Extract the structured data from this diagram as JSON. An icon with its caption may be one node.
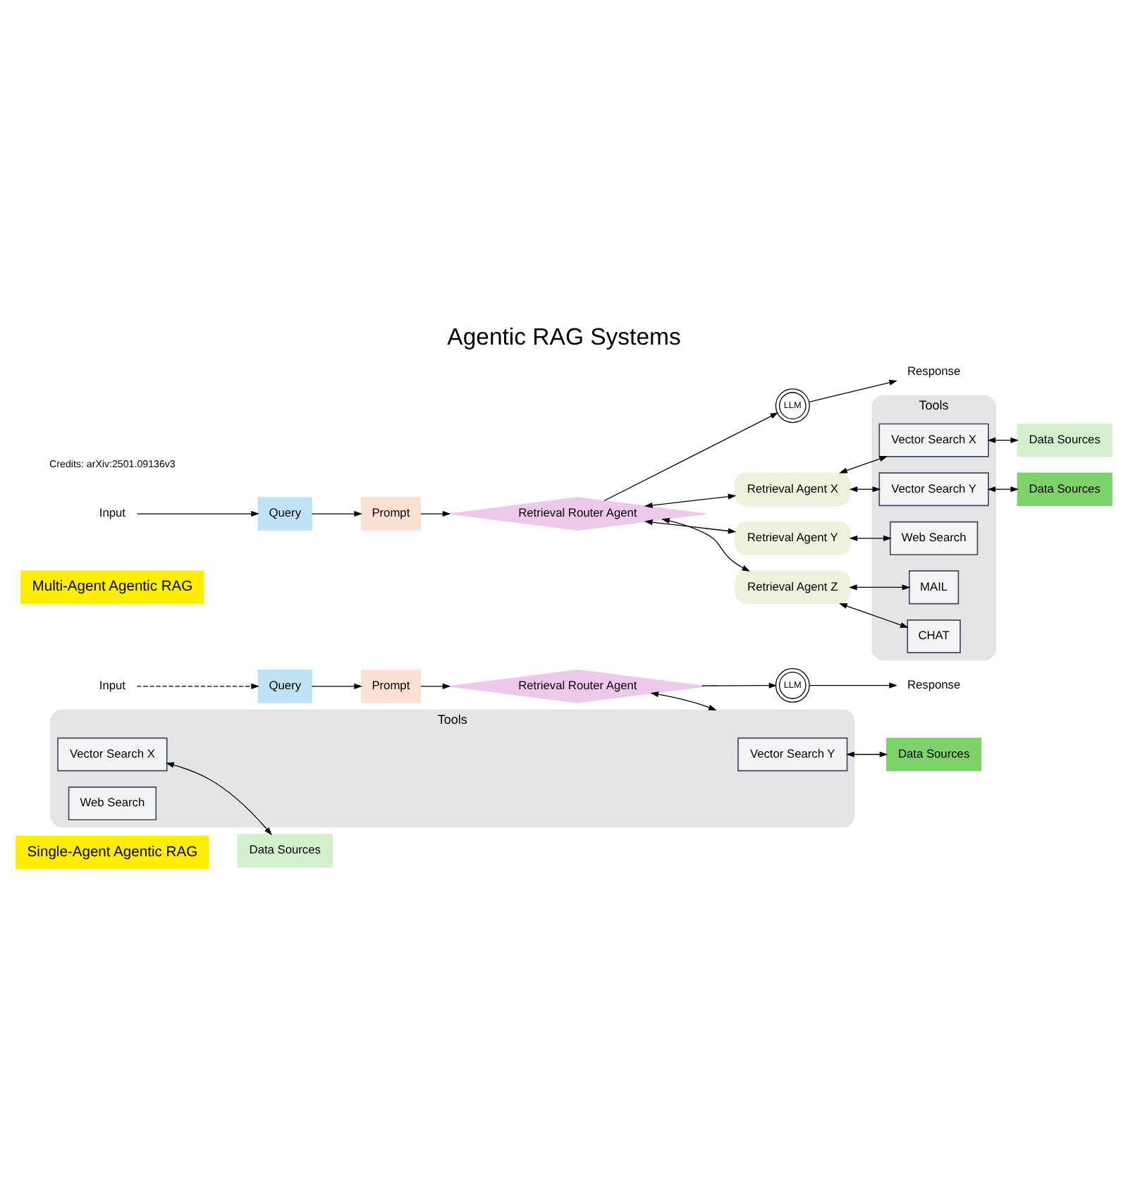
{
  "diagram": {
    "title": "Agentic RAG Systems",
    "caption": "Credits: arXiv:2501.09136v3",
    "nodes": [
      {
        "text": [
          "Single-Agent Agentic RAG"
        ]
      },
      {
        "text": [
          "Input"
        ]
      },
      {
        "text": [
          "Query"
        ]
      },
      {
        "text": [
          "Prompt"
        ]
      },
      {
        "text": [
          "Retrieval Router Agent"
        ]
      },
      {
        "text": [
          "LLM"
        ]
      },
      {
        "text": [
          "Response"
        ]
      },
      {
        "text": [
          "Tools"
        ]
      },
      {
        "text": [
          "Vector Search X"
        ],
        "in": 7
      },
      {
        "text": [
          "Vector Search Y"
        ],
        "in": 7
      },
      {
        "text": [
          "Web Search"
        ],
        "in": 7
      },
      {
        "text": [
          "Data Sources"
        ]
      },
      {
        "text": [
          "Data Sources"
        ]
      },
      {
        "text": [
          "Multi-Agent Agentic RAG"
        ]
      },
      {
        "text": [
          "Input"
        ]
      },
      {
        "text": [
          "Query"
        ]
      },
      {
        "text": [
          "Prompt"
        ]
      },
      {
        "text": [
          "Retrieval Router Agent"
        ]
      },
      {
        "text": [
          "LLM"
        ]
      },
      {
        "text": [
          "Response"
        ]
      },
      {
        "text": [
          "Retrieval Agent X"
        ]
      },
      {
        "text": [
          "Retrieval Agent Y"
        ]
      },
      {
        "text": [
          "Retrieval Agent Z"
        ]
      },
      {
        "text": [
          "Tools"
        ]
      },
      {
        "text": [
          "Vector Search X"
        ],
        "in": 23
      },
      {
        "text": [
          "Vector Search Y"
        ],
        "in": 23
      },
      {
        "text": [
          "Web Search"
        ],
        "in": 23
      },
      {
        "text": [
          "MAIL"
        ],
        "in": 23
      },
      {
        "text": [
          "CHAT"
        ],
        "in": 23
      },
      {
        "text": [
          "Data Sources"
        ]
      },
      {
        "text": [
          "Data Sources"
        ]
      }
    ],
    "edges": [
      {
        "from": 1,
        "to": 2,
        "arrow": "to",
        "style": "dashed"
      },
      {
        "from": 2,
        "to": 3,
        "arrow": "to"
      },
      {
        "from": 3,
        "to": 4,
        "arrow": "to"
      },
      {
        "from": 4,
        "to": 5,
        "arrow": "to"
      },
      {
        "from": 5,
        "to": 6,
        "arrow": "to"
      },
      {
        "from": 4,
        "to": 7,
        "arrow": "both"
      },
      {
        "from": 8,
        "to": 11,
        "arrow": "both"
      },
      {
        "from": 9,
        "to": 12,
        "arrow": "both"
      },
      {
        "from": 14,
        "to": 15,
        "arrow": "to"
      },
      {
        "from": 15,
        "to": 16,
        "arrow": "to"
      },
      {
        "from": 16,
        "to": 17,
        "arrow": "to"
      },
      {
        "from": 17,
        "to": 18,
        "arrow": "to"
      },
      {
        "from": 18,
        "to": 19,
        "arrow": "to"
      },
      {
        "from": 17,
        "to": 20,
        "arrow": "both"
      },
      {
        "from": 17,
        "to": 21,
        "arrow": "both"
      },
      {
        "from": 17,
        "to": 22,
        "arrow": "both"
      },
      {
        "from": 20,
        "to": 24,
        "arrow": "both"
      },
      {
        "from": 20,
        "to": 25,
        "arrow": "both"
      },
      {
        "from": 21,
        "to": 26,
        "arrow": "both"
      },
      {
        "from": 22,
        "to": 27,
        "arrow": "both"
      },
      {
        "from": 22,
        "to": 28,
        "arrow": "both"
      },
      {
        "from": 24,
        "to": 29,
        "arrow": "both"
      },
      {
        "from": 25,
        "to": 30,
        "arrow": "both"
      }
    ]
  }
}
